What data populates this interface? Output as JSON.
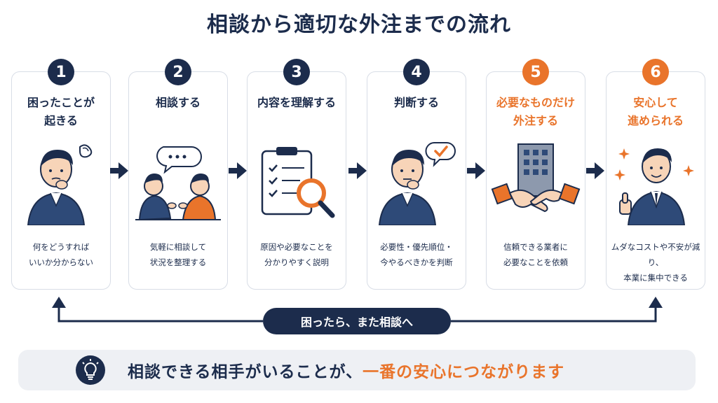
{
  "title": "相談から適切な外注までの流れ",
  "steps": [
    {
      "number": "1",
      "title": [
        "困ったことが",
        "起きる"
      ],
      "desc": [
        "何をどうすれば",
        "いいか分からない"
      ],
      "accent": "navy"
    },
    {
      "number": "2",
      "title": [
        "相談する"
      ],
      "desc": [
        "気軽に相談して",
        "状況を整理する"
      ],
      "accent": "navy"
    },
    {
      "number": "3",
      "title": [
        "内容を理解する"
      ],
      "desc": [
        "原因や必要なことを",
        "分かりやすく説明"
      ],
      "accent": "navy"
    },
    {
      "number": "4",
      "title": [
        "判断する"
      ],
      "desc": [
        "必要性・優先順位・",
        "今やるべきかを判断"
      ],
      "accent": "navy"
    },
    {
      "number": "5",
      "title": [
        "必要なものだけ",
        "外注する"
      ],
      "desc": [
        "信頼できる業者に",
        "必要なことを依頼"
      ],
      "accent": "orange"
    },
    {
      "number": "6",
      "title": [
        "安心して",
        "進められる"
      ],
      "desc": [
        "ムダなコストや不安が減り、",
        "本業に集中できる"
      ],
      "accent": "orange"
    }
  ],
  "loop_label": "困ったら、また相談へ",
  "banner": {
    "text_main": "相談できる相手がいることが、",
    "text_highlight": "一番の安心につながります",
    "icon": "lightbulb-icon"
  },
  "colors": {
    "navy": "#1c2c4c",
    "orange": "#e9742b",
    "card_border": "#d8dde6",
    "banner_bg": "#eef0f4"
  }
}
